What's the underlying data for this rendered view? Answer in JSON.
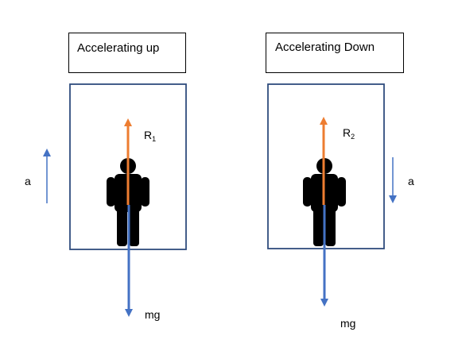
{
  "colors": {
    "box_border": "#2f4d7e",
    "title_border": "#000000",
    "reaction_arrow": "#ed7d31",
    "weight_arrow": "#4472c4",
    "accel_arrow": "#4472c4",
    "figure": "#000000"
  },
  "panels": {
    "left": {
      "title": "Accelerating up",
      "reaction_label": "R",
      "reaction_subscript": "1",
      "weight_label": "mg",
      "accel_label": "a",
      "accel_direction": "up"
    },
    "right": {
      "title": "Accelerating Down",
      "reaction_label": "R",
      "reaction_subscript": "2",
      "weight_label": "mg",
      "accel_label": "a",
      "accel_direction": "down"
    }
  },
  "icons": {
    "person": "person-silhouette-icon"
  }
}
